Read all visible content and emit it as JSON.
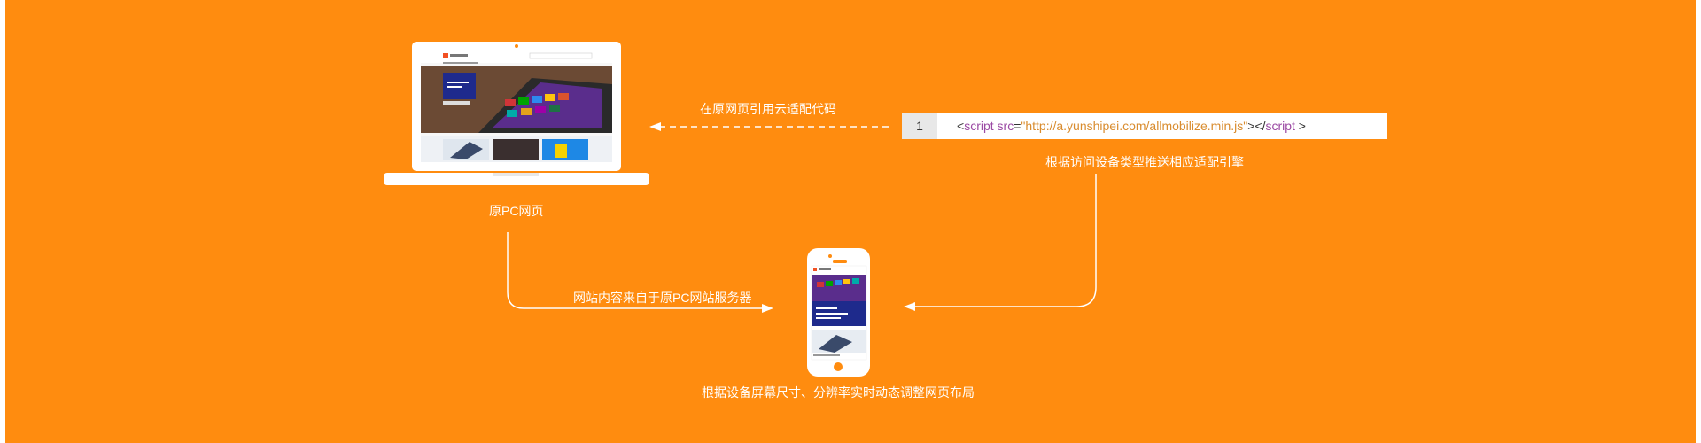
{
  "colors": {
    "background": "#ff8c0f",
    "foreground": "#ffffff",
    "code_tag": "#9b4aa3",
    "code_string": "#d98c2e",
    "screen_blue": "#1e2a8c"
  },
  "labels": {
    "pc_page": "原PC网页",
    "embed_code": "在原网页引用云适配代码",
    "push_engine": "根据访问设备类型推送相应适配引擎",
    "content_source": "网站内容来自于原PC网站服务器",
    "adjust_layout": "根据设备屏幕尺寸、分辨率实时动态调整网页布局"
  },
  "code": {
    "line_number": "1",
    "open_lt": "<",
    "tag_open": "script",
    "attr": " src",
    "eq": "=",
    "value": "\"http://a.yunshipei.com/allmobilize.min.js\"",
    "mid": "></",
    "tag_close": "script",
    "end": " >"
  },
  "icons": {
    "laptop": "laptop-icon",
    "phone": "phone-icon"
  }
}
